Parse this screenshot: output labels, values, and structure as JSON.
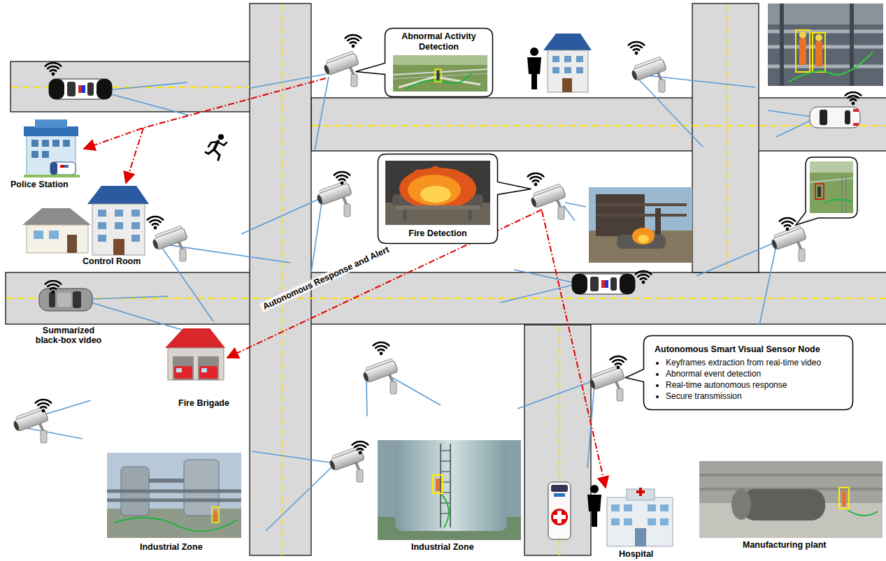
{
  "diagram": {
    "nodes": [
      {
        "text": [
          "Abnormal Activity Detection"
        ]
      },
      {
        "text": [
          "Fire Detection"
        ]
      },
      {
        "text": [
          "Autonomous Smart Visual Sensor Node",
          "Keyframes extraction from real-time video",
          "Abnormal event detection",
          "Real-time autonomous response",
          "Secure transmission"
        ]
      }
    ],
    "labels": [
      "Police Station",
      "Control Room",
      "Autonomous Response and Alert",
      "Summarized black-box video",
      "Fire Brigade",
      "Industrial Zone",
      "Industrial Zone",
      "Hospital",
      "Manufacturing plant"
    ]
  }
}
